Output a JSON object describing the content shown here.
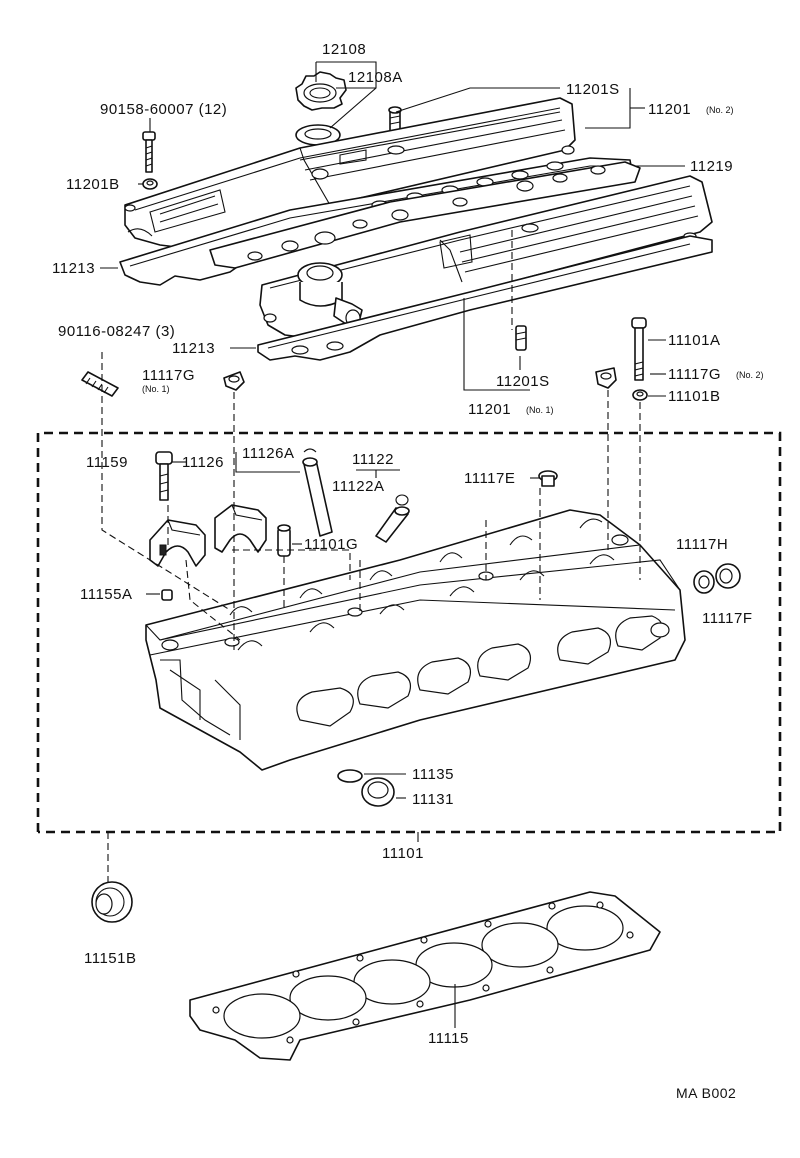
{
  "title": "",
  "footer_code": "MA  B002",
  "labels": {
    "l12108": "12108",
    "l12108A": "12108A",
    "l90158": "90158-60007 (12)",
    "l11201S_top": "11201S",
    "l11201_top": "11201",
    "l11201_top_no": "(No. 2)",
    "l11201B": "11201B",
    "l11219": "11219",
    "l11213_a": "11213",
    "l11213_b": "11213",
    "l90116": "90116-08247 (3)",
    "l11101A": "11101A",
    "l11117G_l": "11117G",
    "l11117G_l_no": "(No. 1)",
    "l11201S_mid": "11201S",
    "l11117G_r": "11117G",
    "l11117G_r_no": "(No. 2)",
    "l11201_mid": "11201",
    "l11201_mid_no": "(No. 1)",
    "l11101B": "11101B",
    "l11126A": "11126A",
    "l11122": "11122",
    "l11159": "11159",
    "l11126": "11126",
    "l11122A": "11122A",
    "l11117E": "11117E",
    "l11101G": "11101G",
    "l11117H": "11117H",
    "l11155A": "11155A",
    "l11117F": "11117F",
    "l11135": "11135",
    "l11131": "11131",
    "l11101": "11101",
    "l11151B": "11151B",
    "l11115": "11115"
  }
}
